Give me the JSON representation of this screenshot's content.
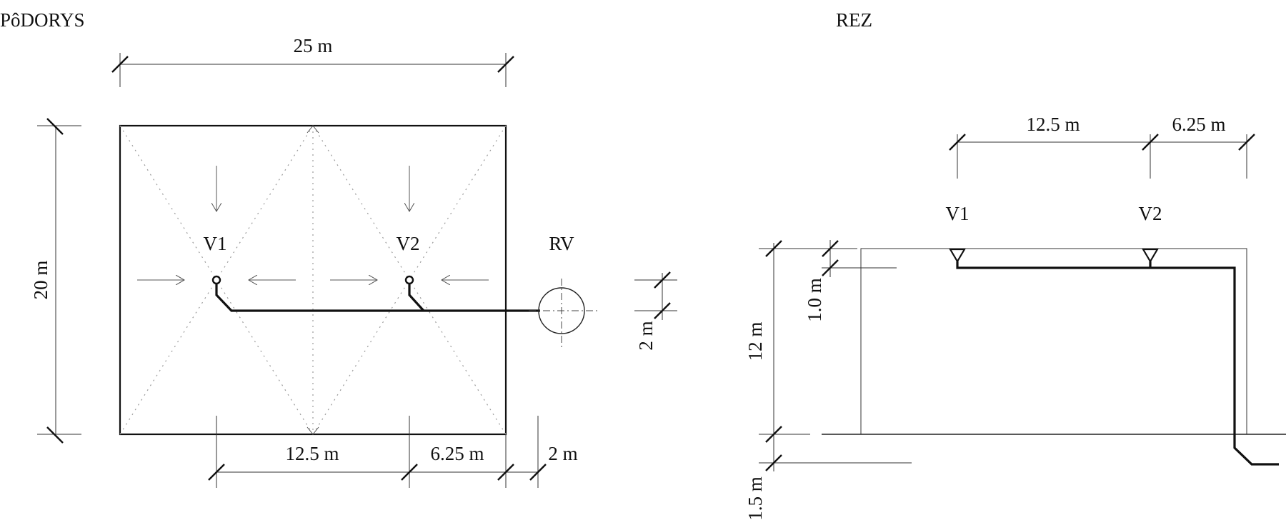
{
  "plan": {
    "title": "PôDORYS",
    "dims": {
      "width_total": "25 m",
      "height_total": "20 m",
      "seg_a": "12.5 m",
      "seg_b": "6.25 m",
      "seg_c": "2 m",
      "rv_offset": "2 m"
    },
    "labels": {
      "v1": "V1",
      "v2": "V2",
      "rv": "RV"
    }
  },
  "section": {
    "title": "REZ",
    "dims": {
      "seg_a": "12.5 m",
      "seg_b": "6.25 m",
      "height": "12 m",
      "parapet": "1.0 m",
      "depth": "1.5 m"
    },
    "labels": {
      "v1": "V1",
      "v2": "V2"
    }
  }
}
